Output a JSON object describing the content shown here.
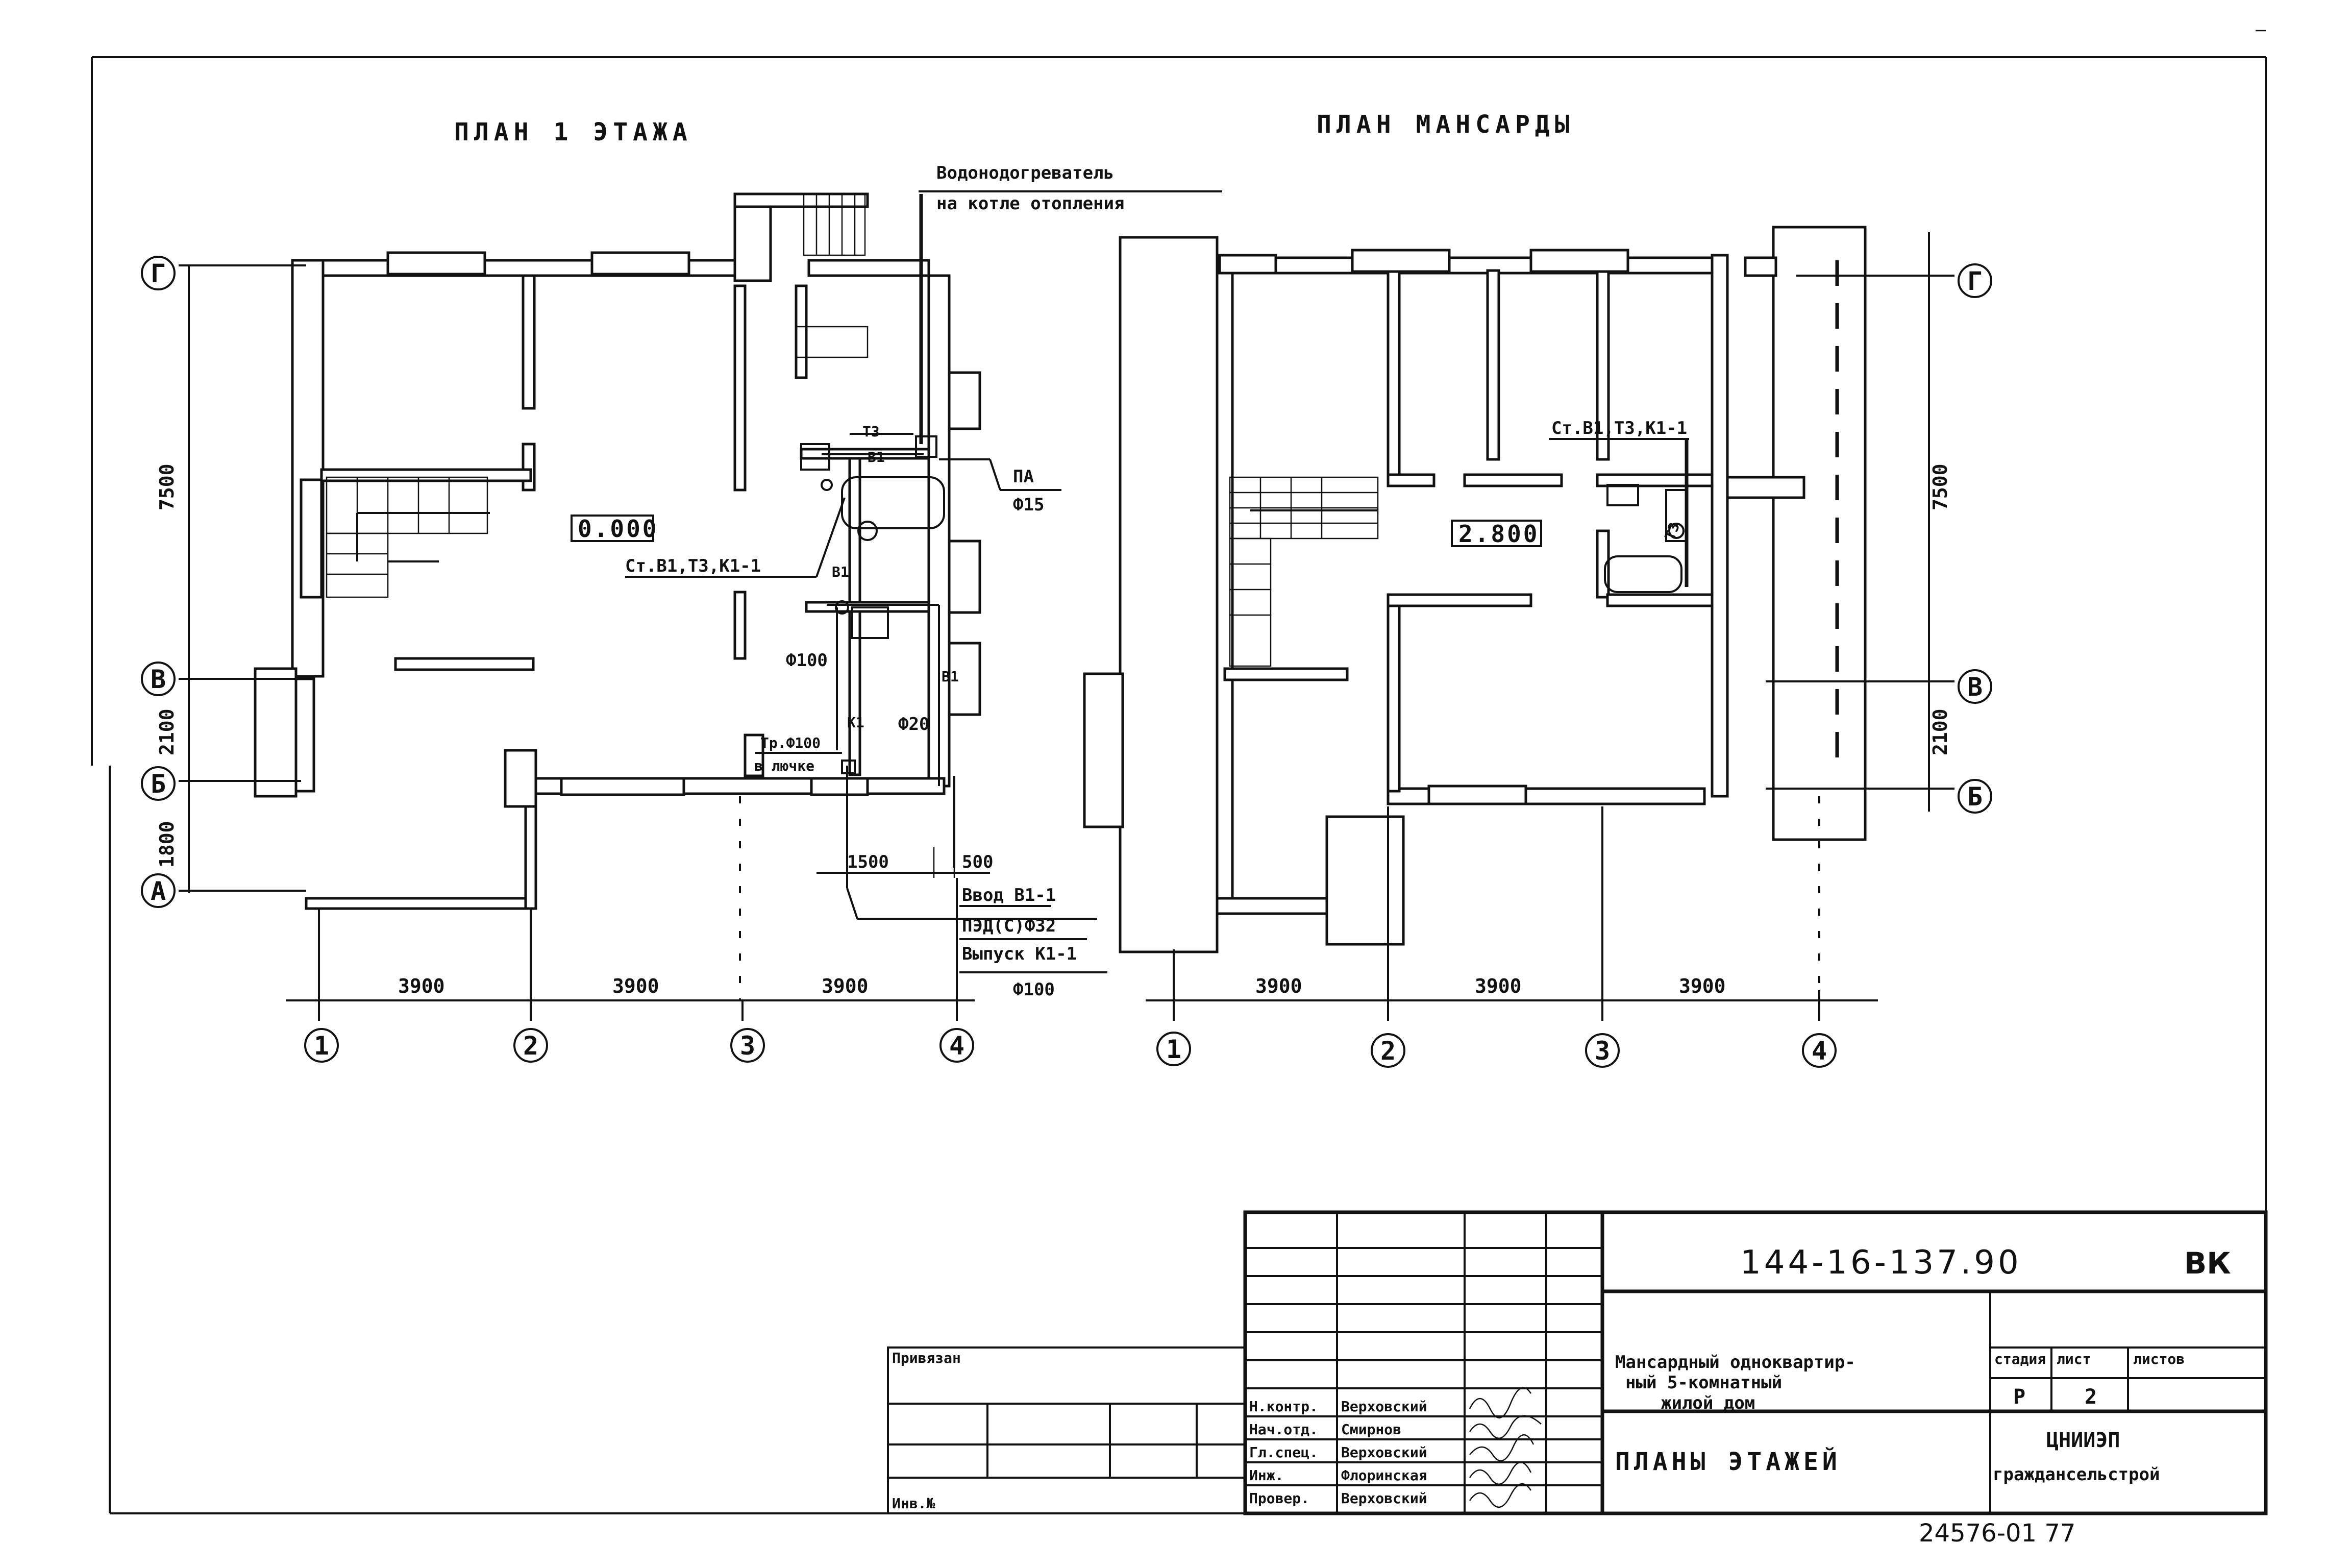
{
  "plans": {
    "floor1_title": "ПЛАН 1 ЭТАЖА",
    "attic_title": "ПЛАН МАНСАРДЫ"
  },
  "floor1": {
    "elevation": "0.000",
    "heater_note_line1": "Водонодогреватель",
    "heater_note_line2": "на котле отопления",
    "riser_label": "Ст.В1,Т3,К1-1",
    "pa_label": "ПА",
    "pa_dia": "Ф15",
    "t3_label": "Т3",
    "b1_label": "В1",
    "k1_label": "К1",
    "dia_100": "Ф100",
    "dia_20": "Ф20",
    "trap_label_1": "Тр.Ф100",
    "trap_label_2": "в лючке",
    "dim_1500": "1500",
    "dim_500": "500",
    "input_label": "Ввод В1-1",
    "input_dia": "ПЭД(С)Ф32",
    "outlet_label": "Выпуск К1-1",
    "outlet_dia": "Ф100",
    "dim_7500": "7500",
    "dim_2100": "2100",
    "dim_1800": "1800",
    "span_dims": [
      "3900",
      "3900",
      "3900"
    ],
    "row_axes": [
      "Г",
      "В",
      "Б",
      "А"
    ],
    "col_axes": [
      "1",
      "2",
      "3",
      "4"
    ]
  },
  "attic": {
    "elevation": "2.800",
    "riser_label": "Ст.В1,Т3,К1-1",
    "t3_label": "Т3",
    "dim_7500": "7500",
    "dim_2100": "2100",
    "span_dims": [
      "3900",
      "3900",
      "3900"
    ],
    "row_axes": [
      "Г",
      "В",
      "Б"
    ],
    "col_axes": [
      "1",
      "2",
      "3",
      "4"
    ]
  },
  "title_block": {
    "doc_code": "144-16-137.90",
    "doc_mark": "ВК",
    "project_name_1": "Мансардный одноквартир-",
    "project_name_2": "ный 5-комнатный",
    "project_name_3": "жилой дом",
    "sheet_title": "ПЛАНЫ ЭТАЖЕЙ",
    "stage_header": "стадия",
    "sheet_header": "лист",
    "sheets_header": "листов",
    "stage": "Р",
    "sheet": "2",
    "org_1": "ЦНИИЭП",
    "org_2": "граждансельстрой",
    "linked_label": "Привязан",
    "inv_label": "Инв.№",
    "roles": [
      "Н.контр.",
      "Нач.отд.",
      "Гл.спец.",
      "Инж.",
      "Провер."
    ],
    "names": [
      "Верховский",
      "Смирнов",
      "Верховский",
      "Флоринская",
      "Верховский"
    ],
    "sheet_number": "24576-01 77"
  }
}
